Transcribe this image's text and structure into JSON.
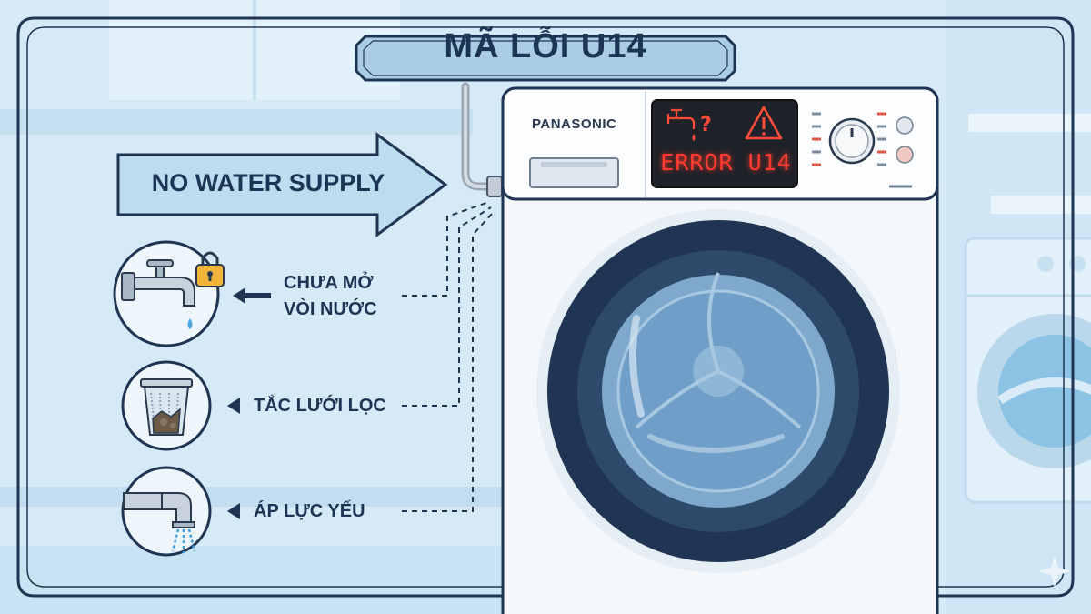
{
  "title": "MÃ LỖI U14",
  "banner": {
    "label": "NO WATER SUPPLY"
  },
  "washer": {
    "brand": "PANASONIC",
    "display_text": "ERROR U14"
  },
  "causes": [
    {
      "line1": "CHƯA MỞ",
      "line2": "VÒI NƯỚC",
      "icon": "locked-faucet-icon"
    },
    {
      "text": "TẮC LƯỚI LỌC",
      "icon": "clogged-filter-icon"
    },
    {
      "text": "ÁP LỰC YẾU",
      "icon": "weak-pressure-pipe-icon"
    }
  ],
  "colors": {
    "navy": "#1d3554",
    "light_blue": "#cfe6f3",
    "error_red": "#ff3b2f",
    "display_bg": "#1f2229"
  }
}
